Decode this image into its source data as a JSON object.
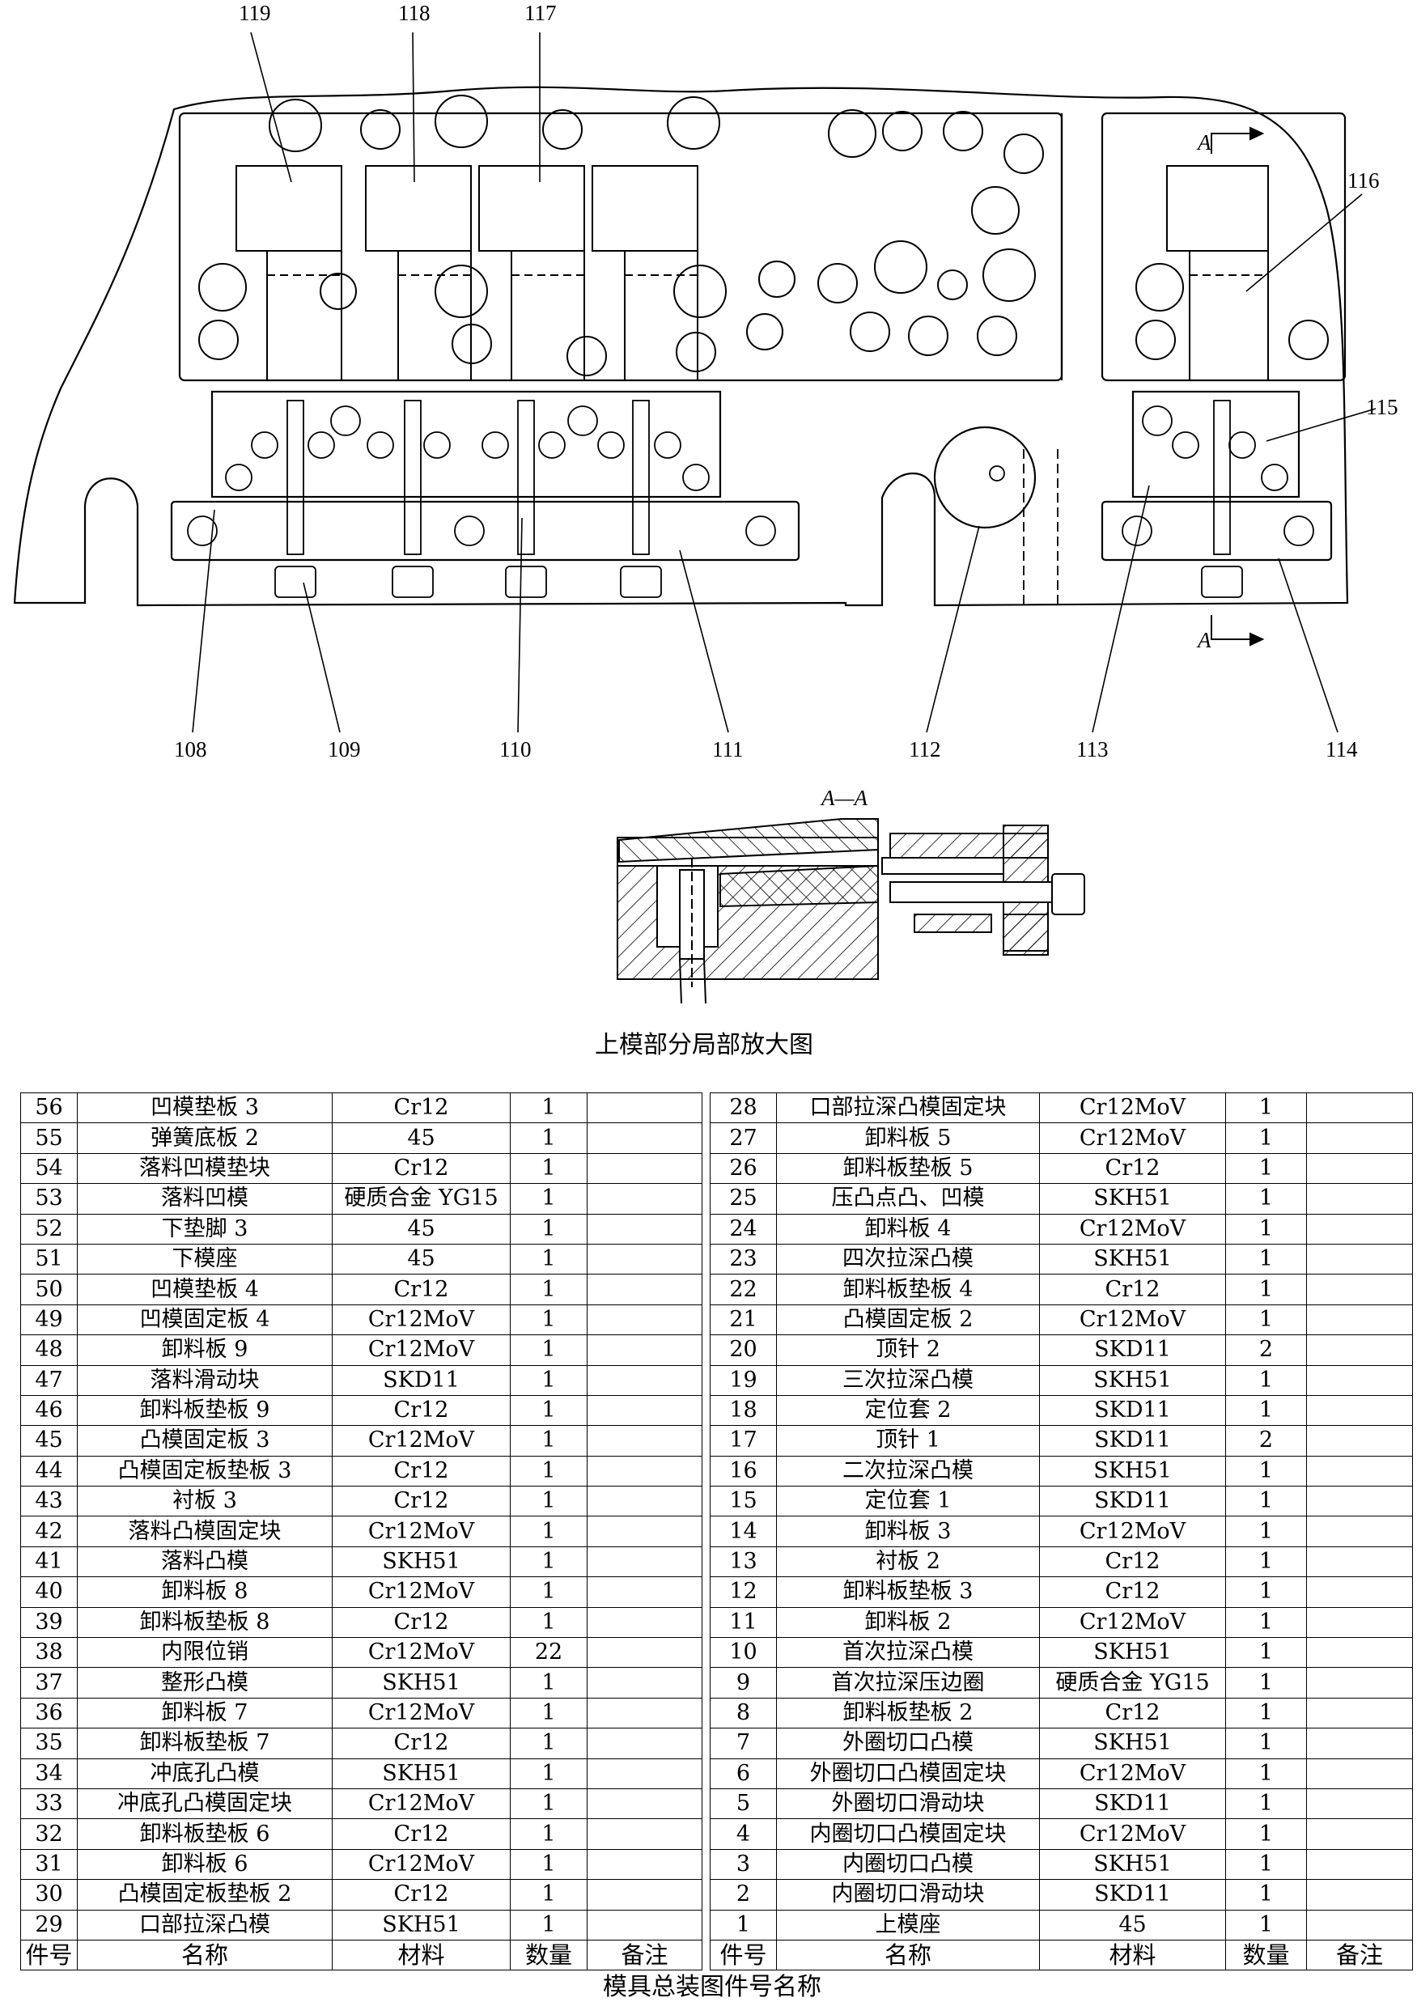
{
  "callouts": {
    "c119": "119",
    "c118": "118",
    "c117": "117",
    "c116": "116",
    "c115": "115",
    "c108": "108",
    "c109": "109",
    "c110": "110",
    "c111": "111",
    "c112": "112",
    "c113": "113",
    "c114": "114"
  },
  "section_marks": {
    "a_top": "A",
    "a_bottom": "A",
    "section_title": "A—A"
  },
  "captions": {
    "detail": "上模部分局部放大图",
    "table": "模具总装图件号名称"
  },
  "table_header": [
    "件号",
    "名称",
    "材料",
    "数量",
    "备注"
  ],
  "parts_left": [
    [
      "56",
      "凹模垫板 3",
      "Cr12",
      "1",
      ""
    ],
    [
      "55",
      "弹簧底板 2",
      "45",
      "1",
      ""
    ],
    [
      "54",
      "落料凹模垫块",
      "Cr12",
      "1",
      ""
    ],
    [
      "53",
      "落料凹模",
      "硬质合金 YG15",
      "1",
      ""
    ],
    [
      "52",
      "下垫脚 3",
      "45",
      "1",
      ""
    ],
    [
      "51",
      "下模座",
      "45",
      "1",
      ""
    ],
    [
      "50",
      "凹模垫板 4",
      "Cr12",
      "1",
      ""
    ],
    [
      "49",
      "凹模固定板 4",
      "Cr12MoV",
      "1",
      ""
    ],
    [
      "48",
      "卸料板 9",
      "Cr12MoV",
      "1",
      ""
    ],
    [
      "47",
      "落料滑动块",
      "SKD11",
      "1",
      ""
    ],
    [
      "46",
      "卸料板垫板 9",
      "Cr12",
      "1",
      ""
    ],
    [
      "45",
      "凸模固定板 3",
      "Cr12MoV",
      "1",
      ""
    ],
    [
      "44",
      "凸模固定板垫板 3",
      "Cr12",
      "1",
      ""
    ],
    [
      "43",
      "衬板 3",
      "Cr12",
      "1",
      ""
    ],
    [
      "42",
      "落料凸模固定块",
      "Cr12MoV",
      "1",
      ""
    ],
    [
      "41",
      "落料凸模",
      "SKH51",
      "1",
      ""
    ],
    [
      "40",
      "卸料板 8",
      "Cr12MoV",
      "1",
      ""
    ],
    [
      "39",
      "卸料板垫板 8",
      "Cr12",
      "1",
      ""
    ],
    [
      "38",
      "内限位销",
      "Cr12MoV",
      "22",
      ""
    ],
    [
      "37",
      "整形凸模",
      "SKH51",
      "1",
      ""
    ],
    [
      "36",
      "卸料板 7",
      "Cr12MoV",
      "1",
      ""
    ],
    [
      "35",
      "卸料板垫板 7",
      "Cr12",
      "1",
      ""
    ],
    [
      "34",
      "冲底孔凸模",
      "SKH51",
      "1",
      ""
    ],
    [
      "33",
      "冲底孔凸模固定块",
      "Cr12MoV",
      "1",
      ""
    ],
    [
      "32",
      "卸料板垫板 6",
      "Cr12",
      "1",
      ""
    ],
    [
      "31",
      "卸料板 6",
      "Cr12MoV",
      "1",
      ""
    ],
    [
      "30",
      "凸模固定板垫板 2",
      "Cr12",
      "1",
      ""
    ],
    [
      "29",
      "口部拉深凸模",
      "SKH51",
      "1",
      ""
    ]
  ],
  "parts_right": [
    [
      "28",
      "口部拉深凸模固定块",
      "Cr12MoV",
      "1",
      ""
    ],
    [
      "27",
      "卸料板 5",
      "Cr12MoV",
      "1",
      ""
    ],
    [
      "26",
      "卸料板垫板 5",
      "Cr12",
      "1",
      ""
    ],
    [
      "25",
      "压凸点凸、凹模",
      "SKH51",
      "1",
      ""
    ],
    [
      "24",
      "卸料板 4",
      "Cr12MoV",
      "1",
      ""
    ],
    [
      "23",
      "四次拉深凸模",
      "SKH51",
      "1",
      ""
    ],
    [
      "22",
      "卸料板垫板 4",
      "Cr12",
      "1",
      ""
    ],
    [
      "21",
      "凸模固定板 2",
      "Cr12MoV",
      "1",
      ""
    ],
    [
      "20",
      "顶针 2",
      "SKD11",
      "2",
      ""
    ],
    [
      "19",
      "三次拉深凸模",
      "SKH51",
      "1",
      ""
    ],
    [
      "18",
      "定位套 2",
      "SKD11",
      "1",
      ""
    ],
    [
      "17",
      "顶针 1",
      "SKD11",
      "2",
      ""
    ],
    [
      "16",
      "二次拉深凸模",
      "SKH51",
      "1",
      ""
    ],
    [
      "15",
      "定位套 1",
      "SKD11",
      "1",
      ""
    ],
    [
      "14",
      "卸料板 3",
      "Cr12MoV",
      "1",
      ""
    ],
    [
      "13",
      "衬板 2",
      "Cr12",
      "1",
      ""
    ],
    [
      "12",
      "卸料板垫板 3",
      "Cr12",
      "1",
      ""
    ],
    [
      "11",
      "卸料板 2",
      "Cr12MoV",
      "1",
      ""
    ],
    [
      "10",
      "首次拉深凸模",
      "SKH51",
      "1",
      ""
    ],
    [
      "9",
      "首次拉深压边圈",
      "硬质合金 YG15",
      "1",
      ""
    ],
    [
      "8",
      "卸料板垫板 2",
      "Cr12",
      "1",
      ""
    ],
    [
      "7",
      "外圈切口凸模",
      "SKH51",
      "1",
      ""
    ],
    [
      "6",
      "外圈切口凸模固定块",
      "Cr12MoV",
      "1",
      ""
    ],
    [
      "5",
      "外圈切口滑动块",
      "SKD11",
      "1",
      ""
    ],
    [
      "4",
      "内圈切口凸模固定块",
      "Cr12MoV",
      "1",
      ""
    ],
    [
      "3",
      "内圈切口凸模",
      "SKH51",
      "1",
      ""
    ],
    [
      "2",
      "内圈切口滑动块",
      "SKD11",
      "1",
      ""
    ],
    [
      "1",
      "上模座",
      "45",
      "1",
      ""
    ]
  ]
}
